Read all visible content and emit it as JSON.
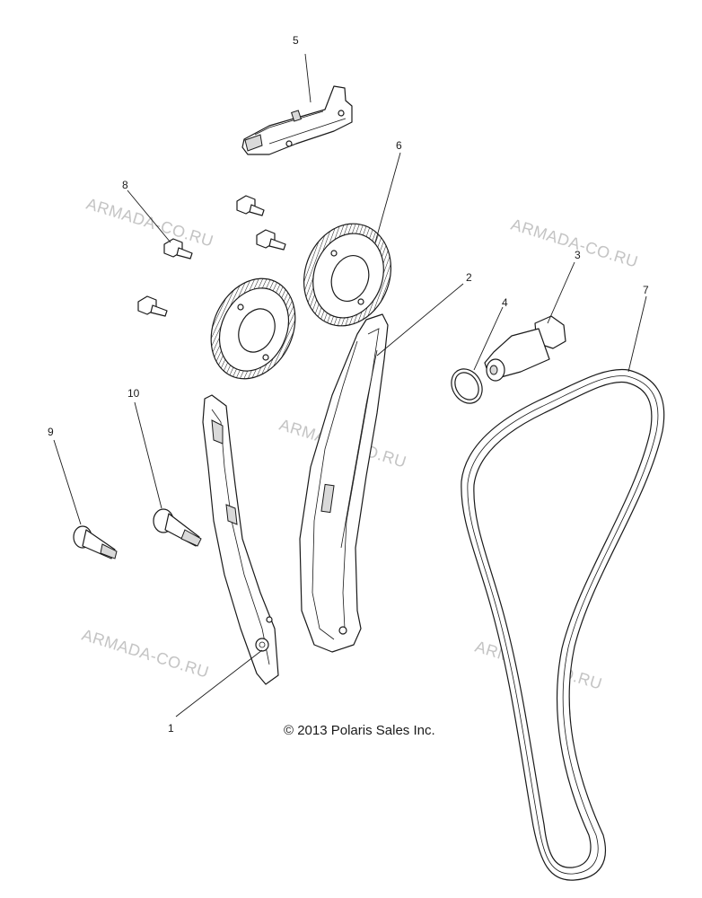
{
  "callouts": [
    "1",
    "2",
    "3",
    "4",
    "5",
    "6",
    "7",
    "8",
    "9",
    "10"
  ],
  "copyright": "© 2013 Polaris Sales Inc.",
  "watermark": "ARMADA-CO.RU"
}
